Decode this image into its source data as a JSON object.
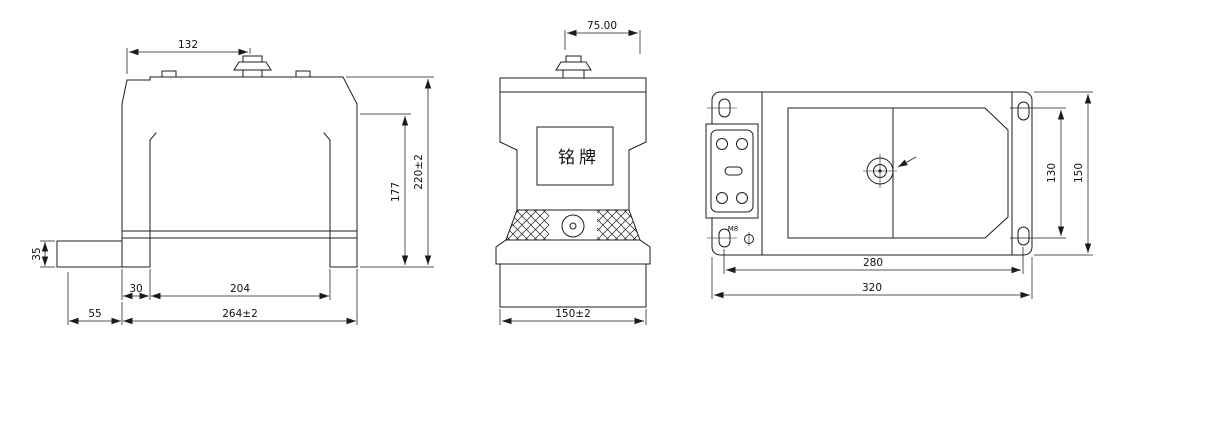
{
  "page": {
    "background": "#ffffff",
    "line_color": "#1c1c1c"
  },
  "views": {
    "front": {
      "dim_top_width": "132",
      "dim_height_inner": "177",
      "dim_height_total": "220±2",
      "dim_foot_height": "35",
      "dim_leg_width": "30",
      "dim_inner_width": "204",
      "dim_left_offset": "55",
      "dim_total_width": "264±2"
    },
    "side": {
      "nameplate": "铭牌",
      "dim_terminal_width": "75.00",
      "dim_total_width": "150±2"
    },
    "plan": {
      "dim_inner_height": "130",
      "dim_total_height": "150",
      "dim_hole_spacing": "280",
      "dim_total_width": "320",
      "label_thread": "M8"
    }
  }
}
